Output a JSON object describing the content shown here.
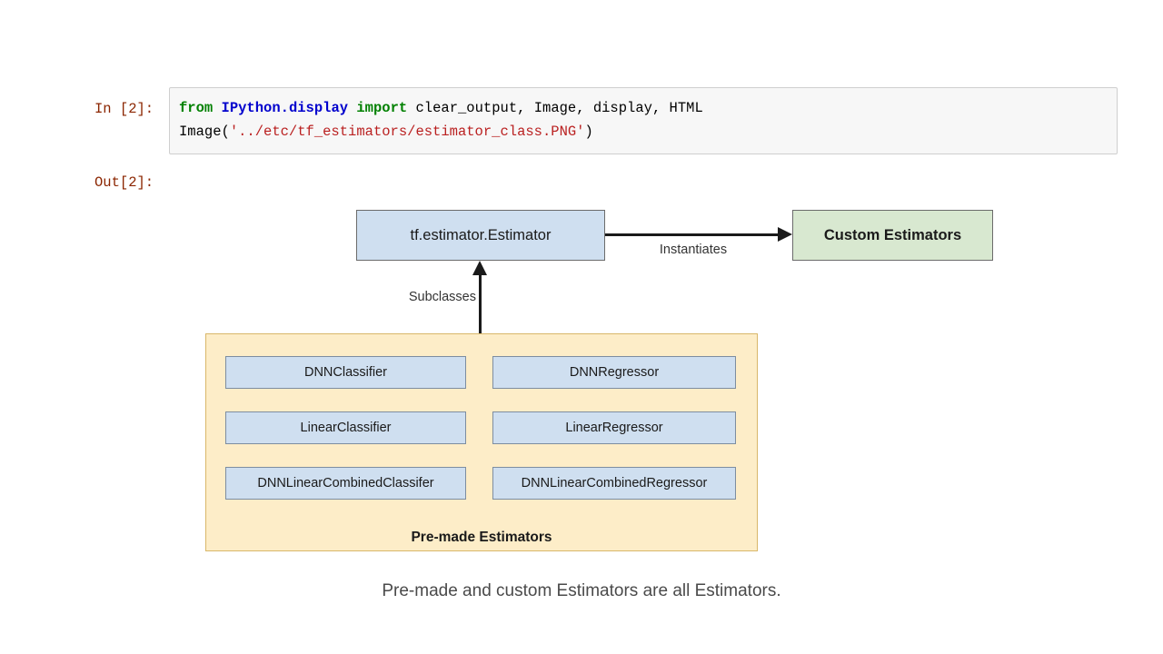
{
  "notebook": {
    "in_prompt": "In [2]:",
    "out_prompt": "Out[2]:",
    "code": {
      "line1": {
        "kw_from": "from",
        "module": "IPython.display",
        "kw_import": "import",
        "names": "clear_output, Image, display, HTML"
      },
      "line2": {
        "func_open": "Image(",
        "string": "'../etc/tf_estimators/estimator_class.PNG'",
        "func_close": ")"
      }
    }
  },
  "diagram": {
    "title_node": "tf.estimator.Estimator",
    "custom_node": "Custom Estimators",
    "edge_instantiates": "Instantiates",
    "edge_subclasses": "Subclasses",
    "panel_title": "Pre-made Estimators",
    "caption": "Pre-made and custom Estimators are all Estimators.",
    "premade": {
      "left_column": [
        "DNNClassifier",
        "LinearClassifier",
        "DNNLinearCombinedClassifer"
      ],
      "right_column": [
        "DNNRegressor",
        "LinearRegressor",
        "DNNLinearCombinedRegressor"
      ]
    },
    "colors": {
      "estimator_fill": "#cfdff0",
      "custom_fill": "#d8e8d0",
      "panel_fill": "#fdedc8",
      "panel_border": "#d9b76a",
      "node_border": "#6b6b6b",
      "arrow": "#1a1a1a"
    }
  }
}
